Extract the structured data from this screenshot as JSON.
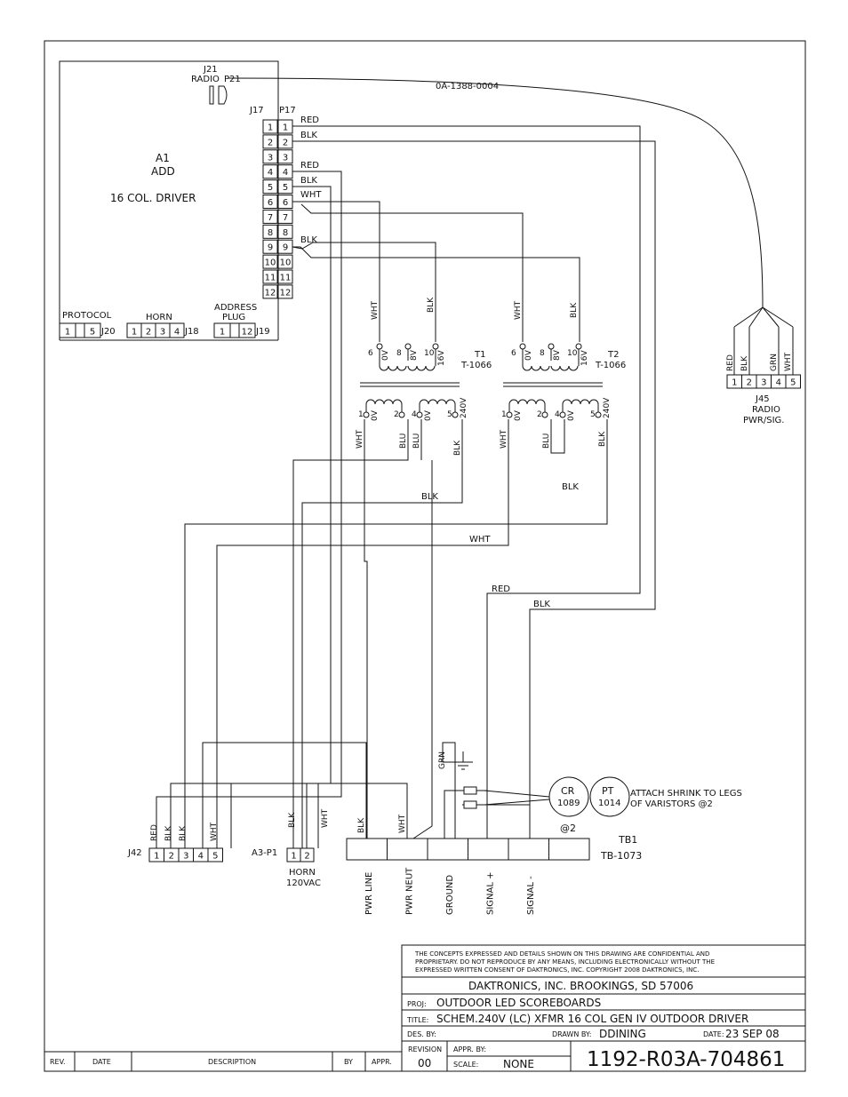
{
  "module": {
    "j21": "J21",
    "radio": "RADIO",
    "p21": "P21",
    "cable": "0A-1388-0004",
    "j17": "J17",
    "p17": "P17",
    "a1": "A1",
    "add": "ADD",
    "driver": "16 COL. DRIVER",
    "protocol": "PROTOCOL",
    "horn": "HORN",
    "address": "ADDRESS",
    "plug": "PLUG",
    "pins": [
      "1",
      "2",
      "3",
      "4",
      "5",
      "6",
      "7",
      "8",
      "9",
      "10",
      "11",
      "12"
    ],
    "j20": "J20",
    "j18": "J18",
    "j19": "J19",
    "j20_pins": [
      "1",
      "5"
    ],
    "j18_pins": [
      "1",
      "2",
      "3",
      "4"
    ],
    "j19_pins": [
      "1",
      "12"
    ]
  },
  "wires": {
    "red": "RED",
    "blk": "BLK",
    "wht": "WHT",
    "blu": "BLU",
    "grn": "GRN"
  },
  "transformer": {
    "t1": "T1",
    "t1_part": "T-1066",
    "t2": "T2",
    "t2_part": "T-1066",
    "sec_pins": [
      "6",
      "8",
      "10"
    ],
    "sec_v": [
      "0V",
      "8V",
      "16V"
    ],
    "pri_pins": [
      "1",
      "2",
      "4",
      "5"
    ],
    "pri_v": [
      "0V",
      "0V",
      "240V"
    ]
  },
  "j45": {
    "name": "J45",
    "l1": "RADIO",
    "l2": "PWR/SIG.",
    "pins": [
      "1",
      "2",
      "3",
      "4",
      "5"
    ]
  },
  "j42": {
    "name": "J42",
    "pins": [
      "1",
      "2",
      "3",
      "4",
      "5"
    ]
  },
  "horn": {
    "name": "A3-P1",
    "pins": [
      "1",
      "2"
    ],
    "l1": "HORN",
    "l2": "120VAC"
  },
  "tb1": {
    "name": "TB1",
    "part": "TB-1073",
    "terms": [
      "PWR LINE",
      "PWR NEUT",
      "GROUND",
      "SIGNAL +",
      "SIGNAL -"
    ]
  },
  "varistor": {
    "cr": "CR",
    "cr_n": "1089",
    "pt": "PT",
    "pt_n": "1014",
    "qty": "@2",
    "note1": "ATTACH SHRINK TO LEGS",
    "note2": "OF VARISTORS @2"
  },
  "title_block": {
    "notice1": "THE CONCEPTS EXPRESSED AND DETAILS SHOWN ON THIS DRAWING ARE CONFIDENTIAL AND",
    "notice2": "PROPRIETARY. DO NOT REPRODUCE BY ANY MEANS, INCLUDING ELECTRONICALLY WITHOUT THE",
    "notice3": "EXPRESSED WRITTEN CONSENT OF DAKTRONICS, INC.          COPYRIGHT 2008 DAKTRONICS, INC.",
    "company": "DAKTRONICS, INC.    BROOKINGS, SD 57006",
    "proj_label": "PROJ:",
    "proj": "OUTDOOR LED SCOREBOARDS",
    "title_label": "TITLE:",
    "title": "SCHEM.240V (LC) XFMR 16 COL GEN IV OUTDOOR DRIVER",
    "des_label": "DES. BY:",
    "drawn_label": "DRAWN BY:",
    "drawn": "DDINING",
    "date_label": "DATE:",
    "date": "23 SEP 08",
    "rev_label": "REVISION",
    "rev": "00",
    "appr_label": "APPR. BY:",
    "scale_label": "SCALE:",
    "scale": "NONE",
    "dwg": "1192-R03A-704861",
    "rev_hdr": "REV.",
    "date_hdr": "DATE",
    "desc_hdr": "DESCRIPTION",
    "by_hdr": "BY",
    "appr_hdr": "APPR."
  }
}
